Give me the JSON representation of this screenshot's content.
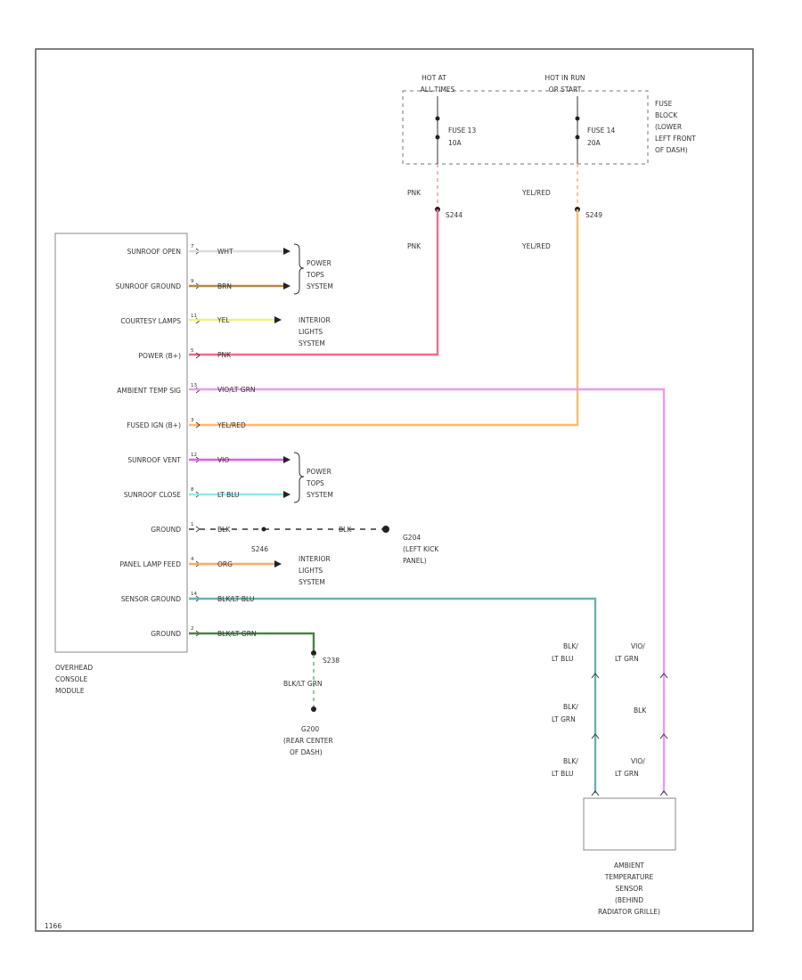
{
  "fuse_block": {
    "hot_at_all_times": [
      "HOT AT",
      "ALL TIMES"
    ],
    "hot_in_run_start": [
      "HOT IN RUN",
      "OR START"
    ],
    "fuse13": [
      "FUSE 13",
      "10A"
    ],
    "fuse14": [
      "FUSE 14",
      "20A"
    ],
    "label": [
      "FUSE",
      "BLOCK",
      "(LOWER",
      "LEFT FRONT",
      "OF DASH)"
    ]
  },
  "splices": {
    "s244": "S244",
    "s249": "S249",
    "s246": "S246",
    "s238": "S238"
  },
  "wire_colors": {
    "pnk": "PNK",
    "yelred": "YEL/RED",
    "wht": "WHT",
    "brn": "BRN",
    "yel": "YEL",
    "vio": "VIO",
    "vio_lt_grn": "VIO/LT GRN",
    "lt_blu": "LT BLU",
    "blk": "BLK",
    "org": "ORG",
    "blk_lt_blu": "BLK/LT BLU",
    "blk_lt_grn": "BLK/LT GRN"
  },
  "module": {
    "pins": [
      "SUNROOF OPEN",
      "SUNROOF GROUND",
      "COURTESY LAMPS",
      "POWER (B+)",
      "AMBIENT TEMP SIG",
      "FUSED IGN (B+)",
      "SUNROOF VENT",
      "SUNROOF CLOSE",
      "GROUND",
      "PANEL LAMP FEED",
      "SENSOR GROUND",
      "GROUND"
    ],
    "pin_numbers": [
      "7",
      "9",
      "11",
      "5",
      "13",
      "3",
      "12",
      "8",
      "1",
      "4",
      "14",
      "2"
    ],
    "name": [
      "OVERHEAD",
      "CONSOLE",
      "MODULE"
    ]
  },
  "systems": {
    "power_tops": [
      "POWER",
      "TOPS",
      "SYSTEM"
    ],
    "interior_lights": [
      "INTERIOR",
      "LIGHTS",
      "SYSTEM"
    ]
  },
  "grounds": {
    "g204": [
      "G204",
      "(LEFT KICK",
      "PANEL)"
    ],
    "g200": [
      "G200",
      "(REAR CENTER",
      "OF DASH)"
    ]
  },
  "sensor": {
    "left_wire": [
      "BLK/",
      "LT BLU"
    ],
    "right_wire": [
      "VIO/",
      "LT GRN"
    ],
    "mid_left": [
      "BLK/",
      "LT GRN"
    ],
    "mid_right": "BLK",
    "name": [
      "AMBIENT",
      "TEMPERATURE",
      "SENSOR",
      "(BEHIND",
      "RADIATOR GRILLE)"
    ]
  },
  "code": "1166"
}
